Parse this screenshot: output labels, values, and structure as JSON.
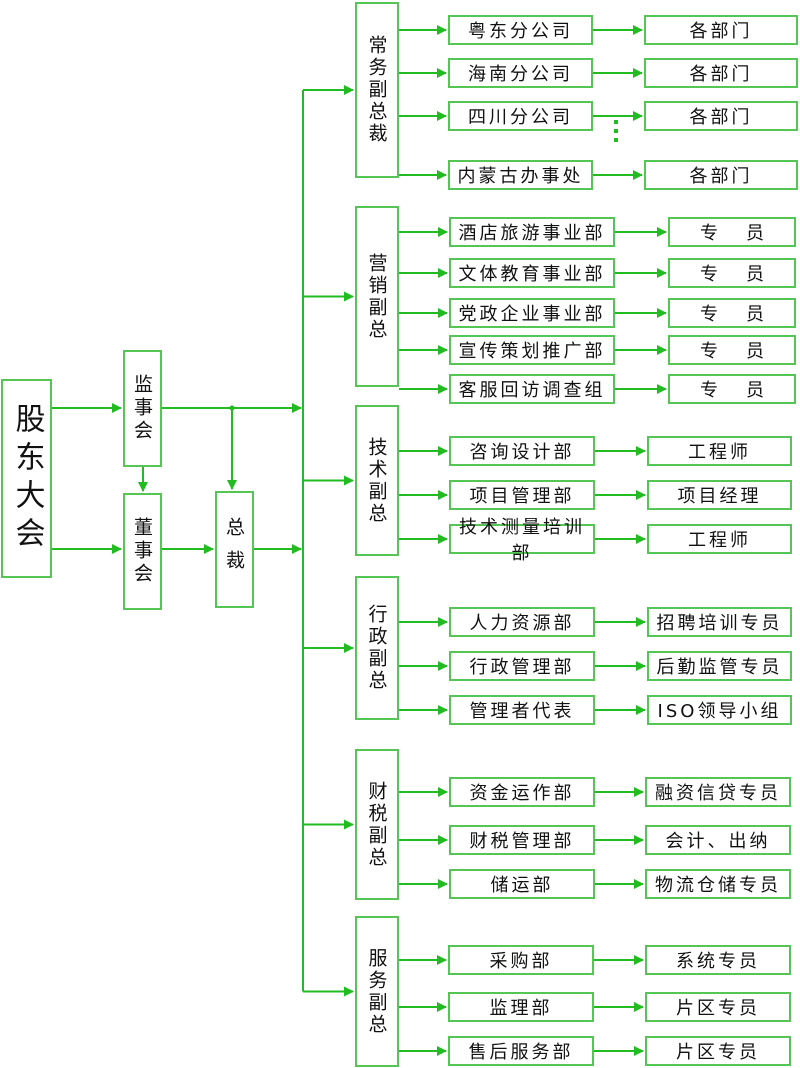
{
  "colors": {
    "line": "#22bb22",
    "box_border": "#55c655",
    "text": "#111111"
  },
  "top": {
    "shareholders": "股东大会",
    "supervisors": "监事会",
    "board": "董事会",
    "president": "总裁"
  },
  "divisions": [
    {
      "vp": "常务副总裁",
      "units": [
        {
          "dept": "粤东分公司",
          "role": "各部门"
        },
        {
          "dept": "海南分公司",
          "role": "各部门"
        },
        {
          "dept": "四川分公司",
          "role": "各部门"
        },
        {
          "dept": "内蒙古办事处",
          "role": "各部门"
        }
      ],
      "ellipsis": "⋮"
    },
    {
      "vp": "营销副总",
      "units": [
        {
          "dept": "酒店旅游事业部",
          "role": "专员"
        },
        {
          "dept": "文体教育事业部",
          "role": "专员"
        },
        {
          "dept": "党政企业事业部",
          "role": "专员"
        },
        {
          "dept": "宣传策划推广部",
          "role": "专员"
        },
        {
          "dept": "客服回访调查组",
          "role": "专员"
        }
      ]
    },
    {
      "vp": "技术副总",
      "units": [
        {
          "dept": "咨询设计部",
          "role": "工程师"
        },
        {
          "dept": "项目管理部",
          "role": "项目经理"
        },
        {
          "dept": "技术测量培训部",
          "role": "工程师"
        }
      ]
    },
    {
      "vp": "行政副总",
      "units": [
        {
          "dept": "人力资源部",
          "role": "招聘培训专员"
        },
        {
          "dept": "行政管理部",
          "role": "后勤监管专员"
        },
        {
          "dept": "管理者代表",
          "role": "ISO领导小组"
        }
      ]
    },
    {
      "vp": "财税副总",
      "units": [
        {
          "dept": "资金运作部",
          "role": "融资信贷专员"
        },
        {
          "dept": "财税管理部",
          "role": "会计、出纳"
        },
        {
          "dept": "储运部",
          "role": "物流仓储专员"
        }
      ]
    },
    {
      "vp": "服务副总",
      "units": [
        {
          "dept": "采购部",
          "role": "系统专员"
        },
        {
          "dept": "监理部",
          "role": "片区专员"
        },
        {
          "dept": "售后服务部",
          "role": "片区专员"
        }
      ]
    }
  ]
}
